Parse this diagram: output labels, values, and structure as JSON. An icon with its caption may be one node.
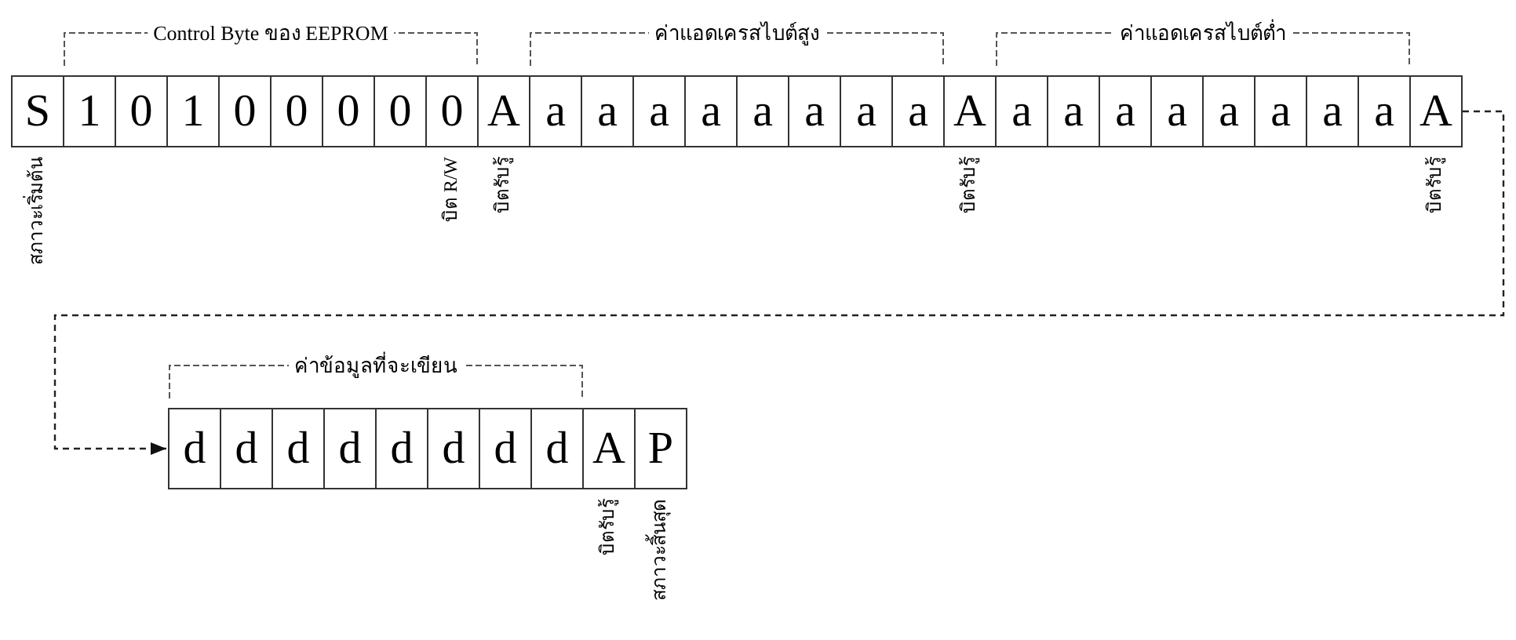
{
  "diagram": {
    "nodes": [
      {
        "text": [
          "S"
        ],
        "beside": [
          "สภาวะเริ่มต้น"
        ]
      },
      {
        "text": [
          "1"
        ]
      },
      {
        "text": [
          "0"
        ]
      },
      {
        "text": [
          "1"
        ]
      },
      {
        "text": [
          "0"
        ]
      },
      {
        "text": [
          "0"
        ]
      },
      {
        "text": [
          "0"
        ]
      },
      {
        "text": [
          "0"
        ]
      },
      {
        "text": [
          "0"
        ],
        "beside": [
          "บิต R/W"
        ]
      },
      {
        "text": [
          "A"
        ],
        "beside": [
          "บิตรับรู้"
        ]
      },
      {
        "text": [
          "a"
        ]
      },
      {
        "text": [
          "a"
        ]
      },
      {
        "text": [
          "a"
        ]
      },
      {
        "text": [
          "a"
        ]
      },
      {
        "text": [
          "a"
        ]
      },
      {
        "text": [
          "a"
        ]
      },
      {
        "text": [
          "a"
        ]
      },
      {
        "text": [
          "a"
        ]
      },
      {
        "text": [
          "A"
        ],
        "beside": [
          "บิตรับรู้"
        ]
      },
      {
        "text": [
          "a"
        ]
      },
      {
        "text": [
          "a"
        ]
      },
      {
        "text": [
          "a"
        ]
      },
      {
        "text": [
          "a"
        ]
      },
      {
        "text": [
          "a"
        ]
      },
      {
        "text": [
          "a"
        ]
      },
      {
        "text": [
          "a"
        ]
      },
      {
        "text": [
          "a"
        ]
      },
      {
        "text": [
          "A"
        ],
        "beside": [
          "บิตรับรู้"
        ]
      },
      {
        "text": [
          "d"
        ]
      },
      {
        "text": [
          "d"
        ]
      },
      {
        "text": [
          "d"
        ]
      },
      {
        "text": [
          "d"
        ]
      },
      {
        "text": [
          "d"
        ]
      },
      {
        "text": [
          "d"
        ]
      },
      {
        "text": [
          "d"
        ]
      },
      {
        "text": [
          "d"
        ]
      },
      {
        "text": [
          "A"
        ],
        "beside": [
          "บิตรับรู้"
        ]
      },
      {
        "text": [
          "P"
        ],
        "beside": [
          "สภาวะสิ้นสุด"
        ]
      }
    ],
    "edges": [
      {
        "from": 27,
        "to": 28,
        "arrow": "to",
        "style": "dashed"
      }
    ],
    "labels": [
      "Control Byte ของ EEPROM",
      "ค่าแอดเครสไบต์สูง",
      "ค่าแอดเครสไบต์ต่ำ",
      "ค่าข้อมูลที่จะเขียน"
    ]
  }
}
